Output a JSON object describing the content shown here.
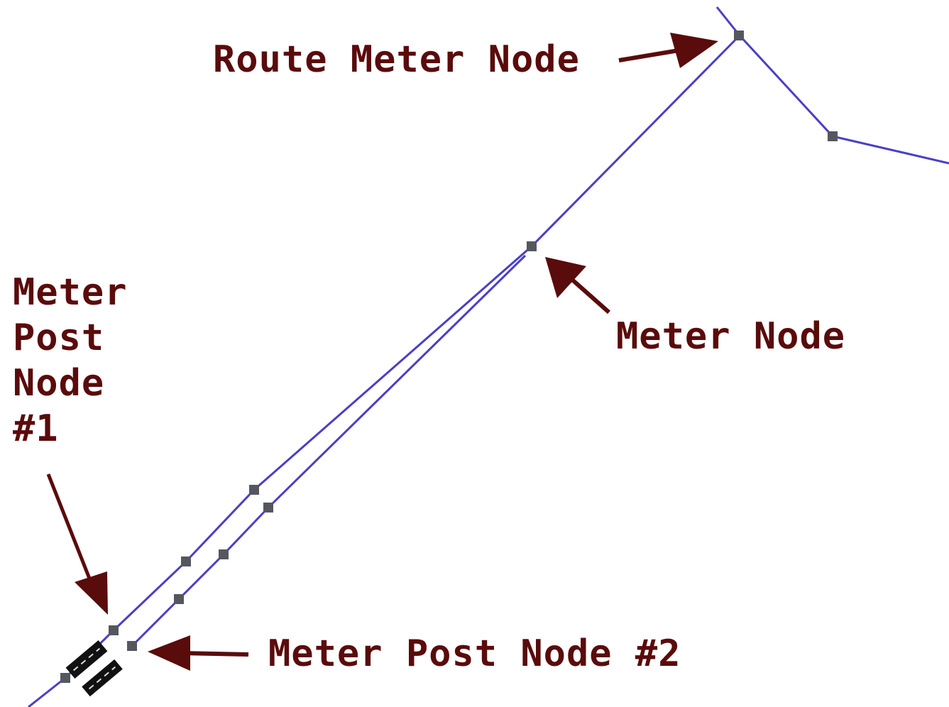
{
  "labels": {
    "route_meter_node": "Route Meter Node",
    "meter_node": "Meter Node",
    "meter_post_node_1": [
      "Meter",
      "Post",
      "Node",
      "#1"
    ],
    "meter_post_node_2": "Meter Post Node #2"
  },
  "colors": {
    "background": "#ffffff",
    "line": "#4a3fc8",
    "node": "#55575f",
    "arrow": "#5a0b0b",
    "text": "#5a0b0b",
    "meter_post_icon": "#111111"
  },
  "icons": {
    "node_marker": "square-node-icon",
    "meter_post": "meter-post-icon",
    "arrow": "arrow-icon"
  }
}
